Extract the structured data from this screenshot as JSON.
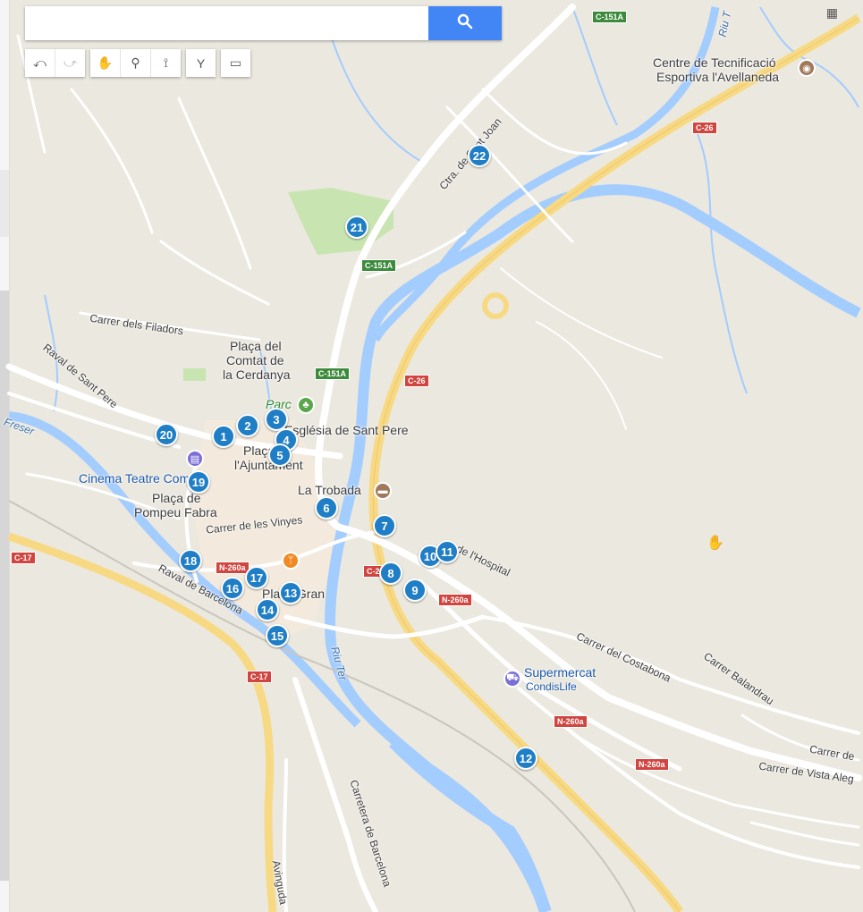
{
  "search": {
    "placeholder": "",
    "button_icon": "search-icon"
  },
  "toolbar": {
    "groups": [
      [
        "undo-icon",
        "redo-icon"
      ],
      [
        "hand-icon",
        "marker-icon",
        "line-icon",
        "directions-icon",
        "ruler-icon"
      ]
    ]
  },
  "places": {
    "centre": "Centre de Tecnificació",
    "centre2": "Esportiva l'Avellaneda",
    "placa_comtat1": "Plaça del",
    "placa_comtat2": "Comtat de",
    "placa_comtat3": "la Cerdanya",
    "parc": "Parc",
    "esglesia": "Església de Sant Pere",
    "ajuntament1": "Plaça de",
    "ajuntament2": "l'Ajuntament",
    "cinema": "Cinema Teatre Comtal",
    "pompeu1": "Plaça de",
    "pompeu2": "Pompeu Fabra",
    "trobada": "La Trobada",
    "placa_gran": "Plaça Gran",
    "supermercat": "Supermercat",
    "condis": "CondisLife"
  },
  "streets": {
    "filadors": "Carrer dels Filadors",
    "raval_sant_pere": "Raval de Sant Pere",
    "vinyes": "Carrer de les Vinyes",
    "raval_barcelona": "Raval de Barcelona",
    "hospital": "de l'Hospital",
    "costabona": "Carrer del Costabona",
    "balandrau": "Carrer Balandrau",
    "vista_alegre": "Carrer de Vista Aleg",
    "carrer_de": "Carrer de",
    "carretera_barcelona": "Carretera de Barcelona",
    "avinguda": "Avinguda",
    "riu_ter": "Riu Ter",
    "freser": "Freser",
    "riu_t": "Riu T",
    "ctra_sant_joan": "Ctra. de Sant Joan"
  },
  "roads": {
    "c151a": "C-151A",
    "c26": "C-26",
    "c17": "C-17",
    "n260a": "N-260a",
    "c2": "C-2"
  },
  "markers": [
    "1",
    "2",
    "3",
    "4",
    "5",
    "6",
    "7",
    "8",
    "9",
    "10",
    "11",
    "12",
    "13",
    "14",
    "15",
    "16",
    "17",
    "18",
    "19",
    "20",
    "21",
    "22"
  ],
  "colors": {
    "marker": "#1f7ec5",
    "water": "#a3ccff",
    "highway": "#f8d983",
    "park": "#c8e4b0",
    "land": "#ebe8df"
  }
}
